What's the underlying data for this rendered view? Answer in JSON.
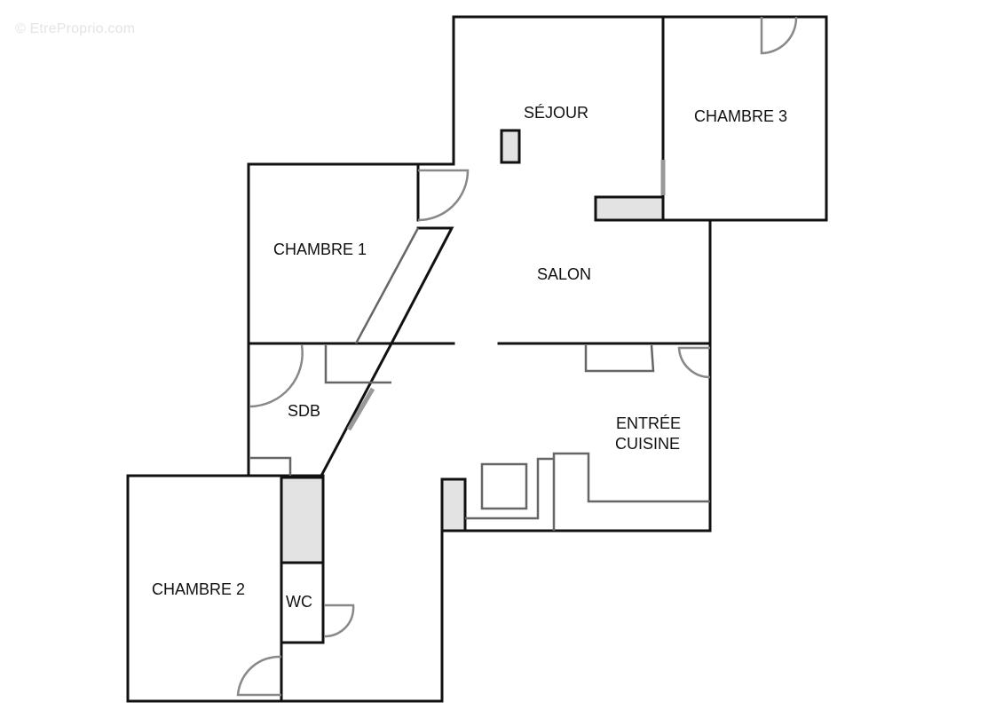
{
  "watermark": "© EtreProprio.com",
  "rooms": {
    "sejour": "SÉJOUR",
    "chambre3": "CHAMBRE 3",
    "chambre1": "CHAMBRE 1",
    "salon": "SALON",
    "sdb": "SDB",
    "entree_cuisine_line1": "ENTRÉE",
    "entree_cuisine_line2": "CUISINE",
    "chambre2": "CHAMBRE 2",
    "wc": "WC"
  },
  "colors": {
    "wall": "#111111",
    "fixture_fill": "#e3e3e3",
    "door_arc": "#888888",
    "window": "#999999"
  }
}
